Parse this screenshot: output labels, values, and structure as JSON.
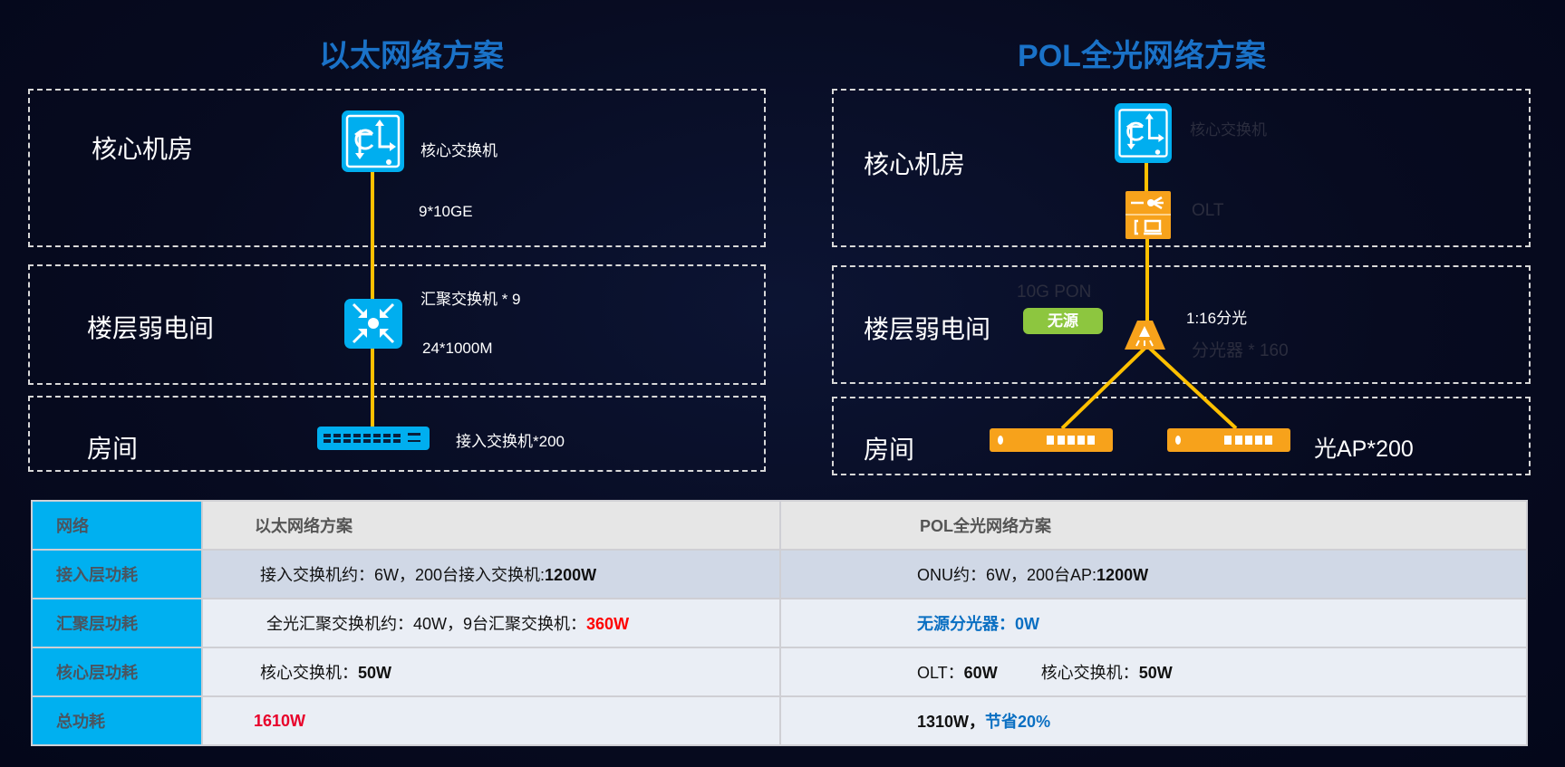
{
  "titles": {
    "ethernet": "以太网络方案",
    "pol": "POL全光网络方案"
  },
  "ethernet": {
    "zones": [
      "核心机房",
      "楼层弱电间",
      "房间"
    ],
    "core_switch": "核心交换机",
    "core_link": "9*10GE",
    "agg_switch": "汇聚交换机 * 9",
    "agg_link": "24*1000M",
    "access_switch": "接入交换机*200"
  },
  "pol": {
    "zones": [
      "核心机房",
      "楼层弱电间",
      "房间"
    ],
    "core_switch": "核心交换机",
    "olt": "OLT",
    "pon": "10G PON",
    "passive_badge": "无源",
    "split_ratio": "1:16分光",
    "splitter": "分光器 * 160",
    "ap": "光AP*200"
  },
  "colors": {
    "accent": "#1a72c8",
    "link": "#ffc000",
    "device_blue": "#00aeef",
    "device_orange": "#f7a21b",
    "badge_green": "#8dc63f"
  },
  "table": {
    "headers": [
      "网络",
      "以太网络方案",
      "POL全光网络方案"
    ],
    "rows": [
      {
        "label": "接入层功耗",
        "eth_text": "接入交换机约：6W，200台接入交换机:",
        "eth_value": "1200W",
        "pol_text": "ONU约：6W，200台AP:",
        "pol_value": "1200W"
      },
      {
        "label": "汇聚层功耗",
        "eth_text": "全光汇聚交换机约：40W，9台汇聚交换机：",
        "eth_value": "360W",
        "pol_value": "无源分光器：0W"
      },
      {
        "label": "核心层功耗",
        "eth_text": "核心交换机：",
        "eth_value": "50W",
        "pol_text": "OLT：",
        "pol_value": "60W",
        "pol_text2": "核心交换机：",
        "pol_value2": "50W"
      },
      {
        "label": "总功耗",
        "eth_value": "1610W",
        "pol_value": "1310W，",
        "pol_saving": "节省20%"
      }
    ]
  }
}
